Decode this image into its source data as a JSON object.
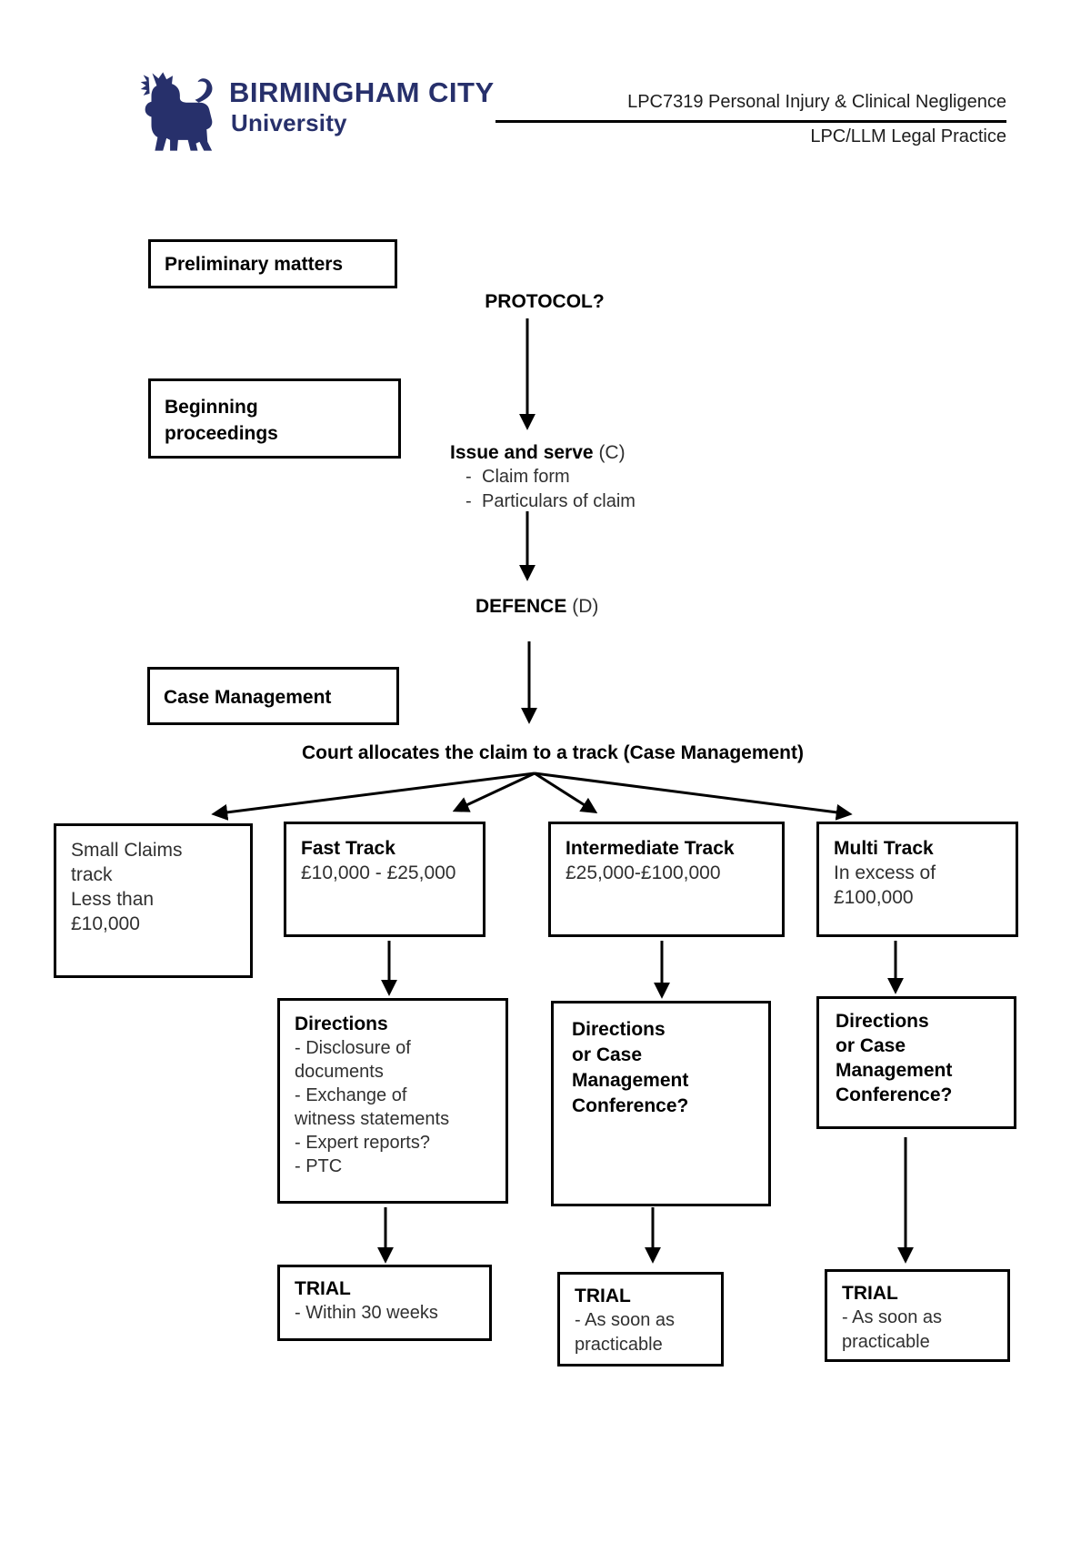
{
  "page": {
    "background": "#ffffff",
    "ink": "#000000",
    "brand_navy": "#27306b"
  },
  "header": {
    "logo": {
      "icon": "lion-crest-icon",
      "name": "BIRMINGHAM CITY",
      "subname": "University"
    },
    "module_line": "LPC7319 Personal Injury & Clinical Negligence",
    "programme_line": "LPC/LLM Legal Practice"
  },
  "side_labels": {
    "preliminary": "Preliminary matters",
    "beginning_line1": "Beginning",
    "beginning_line2": "proceedings",
    "case_management": "Case Management"
  },
  "flow": {
    "protocol": "PROTOCOL?",
    "issue_bold": "Issue and serve",
    "issue_ref": "(C)",
    "bullet": "-",
    "issue_items": [
      "Claim form",
      "Particulars of claim"
    ],
    "defence_bold": "DEFENCE",
    "defence_ref": "(D)",
    "allocation": "Court allocates the claim to a track (Case Management)"
  },
  "tracks": {
    "small_claims": {
      "lines": [
        "Small Claims",
        "track",
        "Less than",
        "£10,000"
      ]
    },
    "fast": {
      "title": "Fast Track",
      "range": "£10,000 - £25,000",
      "directions_title": "Directions",
      "directions_lines": [
        "- Disclosure of",
        "documents",
        "- Exchange of",
        "witness statements",
        "- Expert reports?",
        "- PTC"
      ],
      "trial_title": "TRIAL",
      "trial_lines": [
        "- Within 30 weeks"
      ]
    },
    "intermediate": {
      "title": "Intermediate Track",
      "range": "£25,000-£100,000",
      "directions_lines": [
        "Directions",
        "or Case",
        "Management",
        "Conference?"
      ],
      "trial_title": "TRIAL",
      "trial_lines": [
        "- As soon as",
        "practicable"
      ]
    },
    "multi": {
      "title": "Multi Track",
      "range_lines": [
        "In excess of",
        "£100,000"
      ],
      "directions_lines": [
        "Directions",
        "or Case",
        "Management",
        "Conference?"
      ],
      "trial_title": "TRIAL",
      "trial_lines": [
        "- As soon as",
        "practicable"
      ]
    }
  }
}
